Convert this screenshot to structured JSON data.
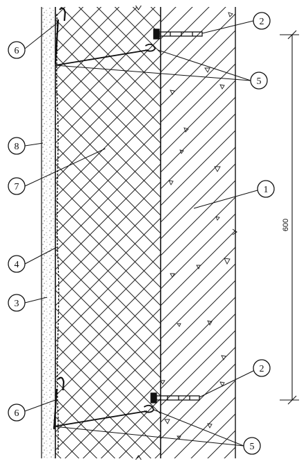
{
  "diagram": {
    "callouts": [
      {
        "id": "c2-top",
        "label": "2"
      },
      {
        "id": "c6-top",
        "label": "6"
      },
      {
        "id": "c5-top",
        "label": "5"
      },
      {
        "id": "c8",
        "label": "8"
      },
      {
        "id": "c7",
        "label": "7"
      },
      {
        "id": "c1",
        "label": "1"
      },
      {
        "id": "c4",
        "label": "4"
      },
      {
        "id": "c3",
        "label": "3"
      },
      {
        "id": "c2-bottom",
        "label": "2"
      },
      {
        "id": "c6-bottom",
        "label": "6"
      },
      {
        "id": "c5-bottom",
        "label": "5"
      }
    ],
    "dimension": {
      "label": "600"
    }
  }
}
